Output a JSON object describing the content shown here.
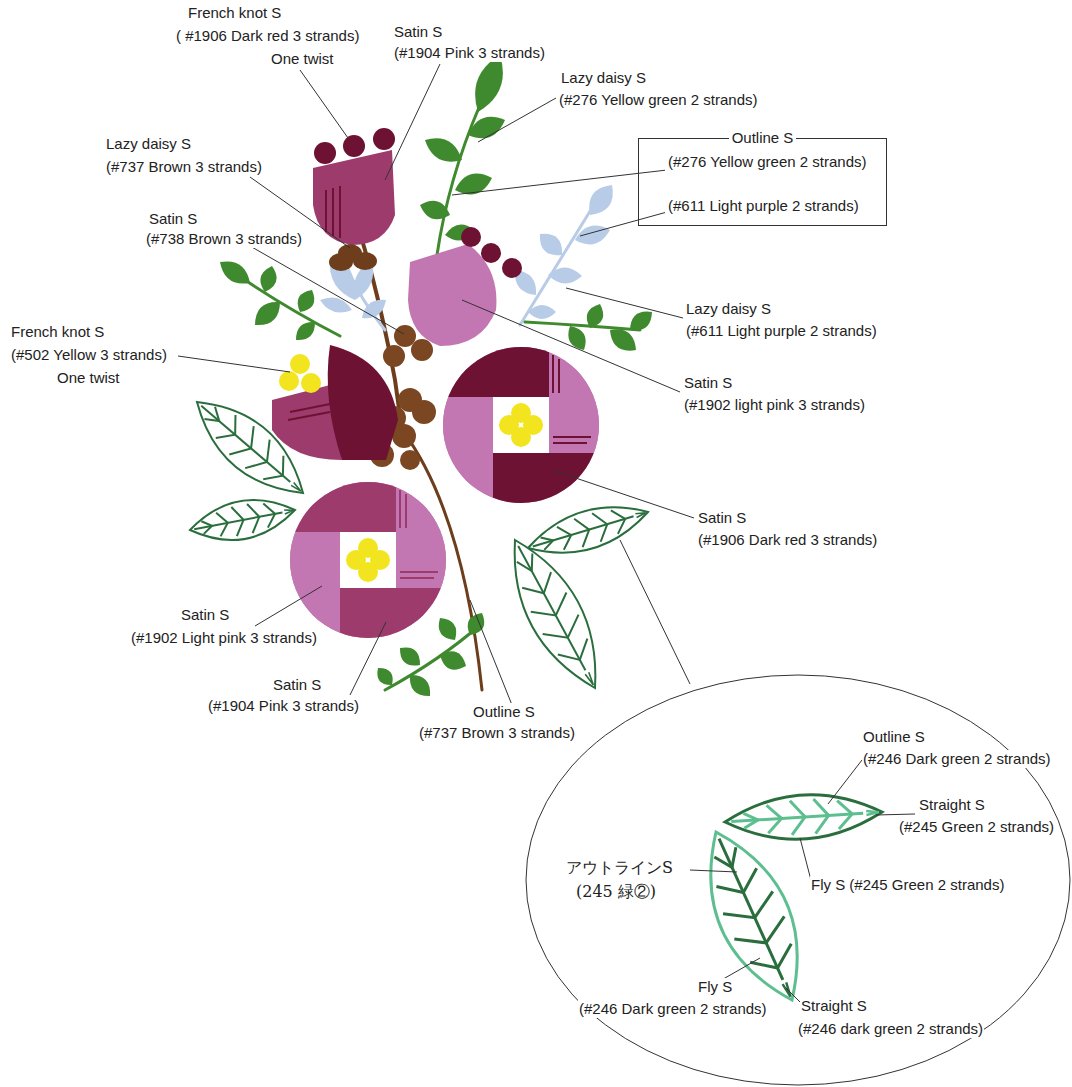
{
  "diagram": {
    "nodes": [
      {
        "text": [
          "Outline S",
          "(#276 Yellow green 2 strands)",
          "(#611 Light purple 2 strands)"
        ]
      }
    ],
    "labels": [
      "French knot S",
      "( #1906 Dark red 3 strands)",
      "One twist",
      "Satin S",
      "(#1904 Pink 3 strands)",
      "Lazy daisy S",
      "(#276 Yellow green 2 strands)",
      "Lazy daisy S",
      "(#737 Brown 3 strands)",
      "Satin S",
      "(#738 Brown 3 strands)",
      "French knot S",
      "(#502 Yellow 3 strands)",
      "One twist",
      "Lazy daisy S",
      "(#611 Light purple 2 strands)",
      "Satin S",
      "(#1902 light pink 3 strands)",
      "Satin S",
      "(#1906 Dark red 3 strands)",
      "Satin S",
      "(#1902 Light pink 3 strands)",
      "Satin S",
      "(#1904 Pink 3 strands)",
      "Outline S",
      "(#737 Brown 3 strands)",
      "Outline S",
      "(#246 Dark green 2 strands)",
      "Straight S",
      "(#245 Green 2 strands)",
      "Fly S (#245 Green 2 strands)",
      "アウトラインS",
      "(245 緑②)",
      "Fly S",
      "(#246 Dark green 2 strands)",
      "Straight S",
      "(#246 dark green 2 strands)"
    ]
  }
}
